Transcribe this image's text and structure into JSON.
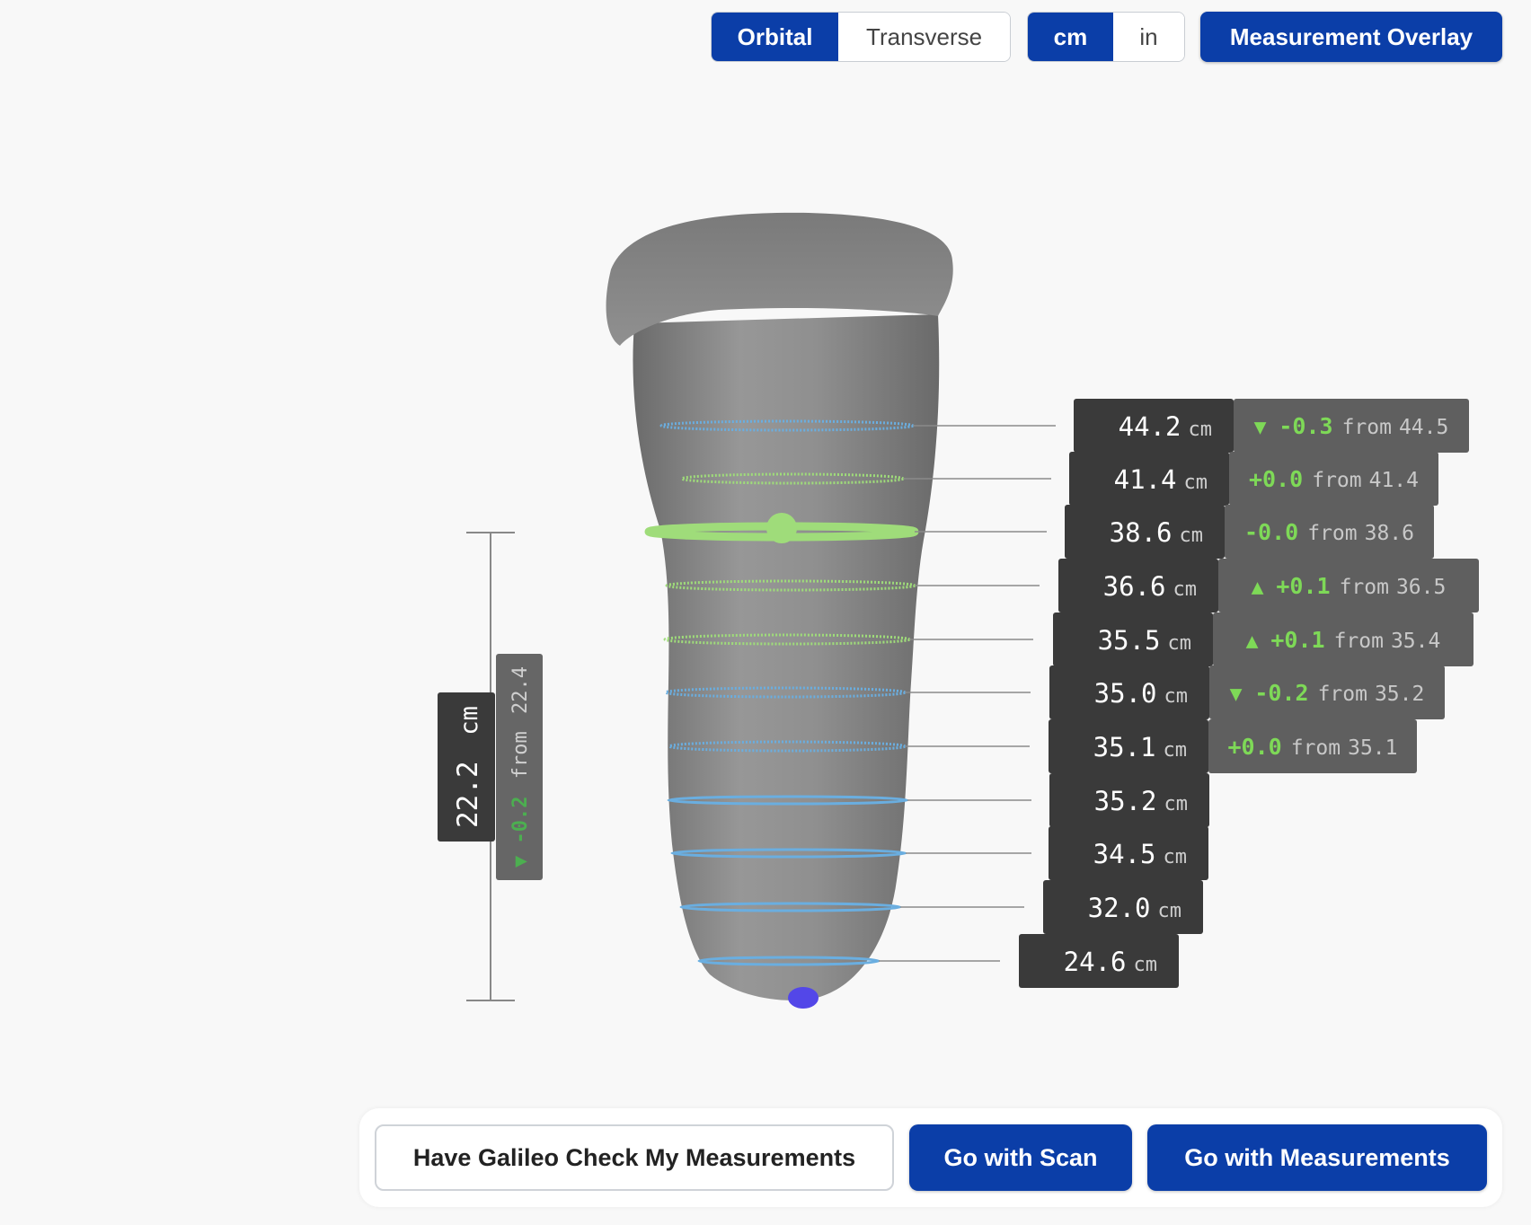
{
  "toolbar": {
    "view_modes": [
      {
        "label": "Orbital",
        "active": true
      },
      {
        "label": "Transverse",
        "active": false
      }
    ],
    "units": [
      {
        "label": "cm",
        "active": true
      },
      {
        "label": "in",
        "active": false
      }
    ],
    "overlay_label": "Measurement Overlay"
  },
  "colors": {
    "accent": "#0b3ea8",
    "model_gray": "#8c8c8c",
    "change_green": "#7ed957",
    "ring_blue": "#6aaee0",
    "ring_green": "#9fdc7a",
    "label_dark": "#3a3a3a",
    "label_mid": "#5f5f5f",
    "tip_marker": "#5347e8"
  },
  "measurements": [
    {
      "value": "44.2",
      "unit": "cm",
      "arrow": "down",
      "delta": "-0.3",
      "from_word": "from",
      "previous": "44.5",
      "ring": "blue"
    },
    {
      "value": "41.4",
      "unit": "cm",
      "arrow": "",
      "delta": "+0.0",
      "from_word": "from",
      "previous": "41.4",
      "ring": "green"
    },
    {
      "value": "38.6",
      "unit": "cm",
      "arrow": "",
      "delta": "-0.0",
      "from_word": "from",
      "previous": "38.6",
      "ring": "selected"
    },
    {
      "value": "36.6",
      "unit": "cm",
      "arrow": "up",
      "delta": "+0.1",
      "from_word": "from",
      "previous": "36.5",
      "ring": "green"
    },
    {
      "value": "35.5",
      "unit": "cm",
      "arrow": "up",
      "delta": "+0.1",
      "from_word": "from",
      "previous": "35.4",
      "ring": "green"
    },
    {
      "value": "35.0",
      "unit": "cm",
      "arrow": "down",
      "delta": "-0.2",
      "from_word": "from",
      "previous": "35.2",
      "ring": "blue"
    },
    {
      "value": "35.1",
      "unit": "cm",
      "arrow": "",
      "delta": "+0.0",
      "from_word": "from",
      "previous": "35.1",
      "ring": "blue"
    },
    {
      "value": "35.2",
      "unit": "cm",
      "arrow": null,
      "delta": null,
      "from_word": null,
      "previous": null,
      "ring": "blue-solid"
    },
    {
      "value": "34.5",
      "unit": "cm",
      "arrow": null,
      "delta": null,
      "from_word": null,
      "previous": null,
      "ring": "blue-solid"
    },
    {
      "value": "32.0",
      "unit": "cm",
      "arrow": null,
      "delta": null,
      "from_word": null,
      "previous": null,
      "ring": "blue-solid"
    },
    {
      "value": "24.6",
      "unit": "cm",
      "arrow": null,
      "delta": null,
      "from_word": null,
      "previous": null,
      "ring": "blue-solid"
    }
  ],
  "length_measure": {
    "value": "22.2",
    "unit": "cm",
    "arrow": "down",
    "delta": "-0.2",
    "from_word": "from",
    "previous": "22.4"
  },
  "actions": {
    "check_label": "Have Galileo Check My Measurements",
    "scan_label": "Go with Scan",
    "measurements_label": "Go with Measurements"
  }
}
